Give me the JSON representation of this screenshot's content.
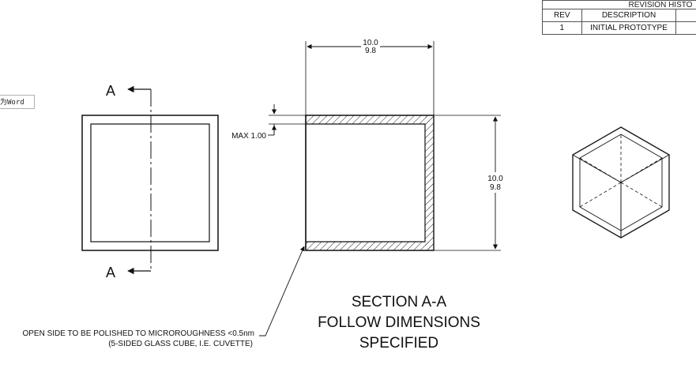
{
  "revision_table": {
    "title": "REVISION HISTO",
    "headers": [
      "REV",
      "DESCRIPTION"
    ],
    "rows": [
      {
        "rev": "1",
        "description": "INITIAL PROTOTYPE"
      }
    ]
  },
  "word_tooltip": "为Word",
  "section_labels": {
    "top": "A",
    "bottom": "A"
  },
  "dimensions": {
    "width_max": "10.0",
    "width_min": "9.8",
    "height_max": "10.0",
    "height_min": "9.8",
    "wall": "MAX 1.00"
  },
  "note": {
    "line1": "OPEN SIDE TO BE POLISHED TO MICROROUGHNESS <0.5nm",
    "line2": "(5-SIDED GLASS CUBE, I.E. CUVETTE)"
  },
  "section_title": {
    "line1": "SECTION A-A",
    "line2": "FOLLOW DIMENSIONS",
    "line3": "SPECIFIED"
  }
}
